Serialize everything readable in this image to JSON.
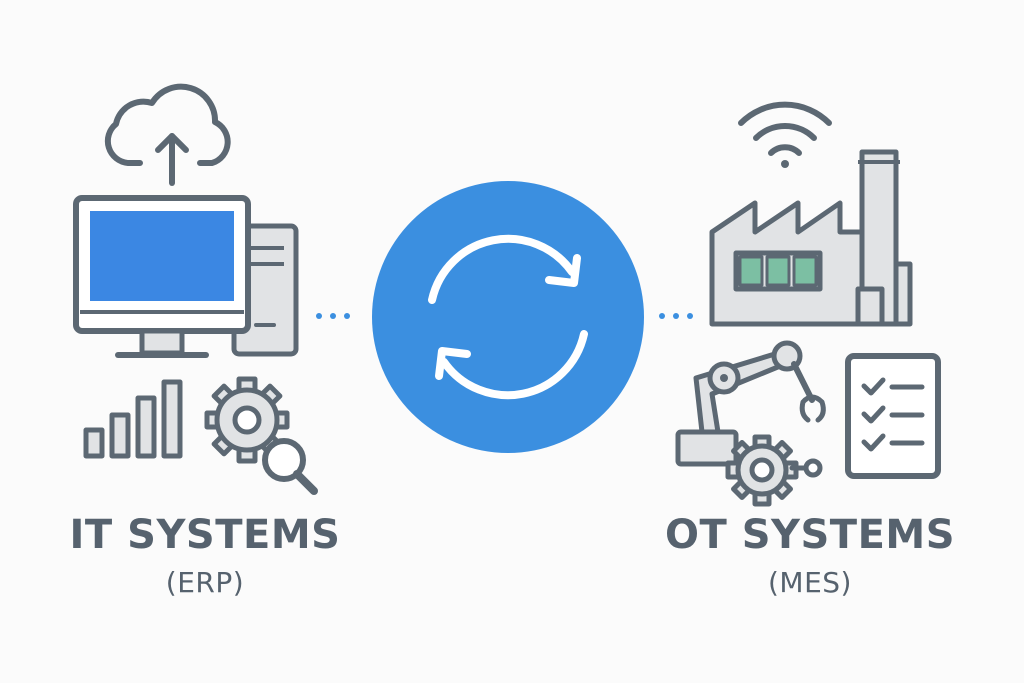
{
  "it_side": {
    "title": "IT SYSTEMS",
    "subtitle": "(ERP)"
  },
  "ot_side": {
    "title": "OT SYSTEMS",
    "subtitle": "(MES)"
  },
  "colors": {
    "accent_blue": "#3b8fe0",
    "screen_blue": "#3b87e3",
    "outline": "#5c6873",
    "fill_gray": "#e1e3e5",
    "window_green": "#7cbfa3",
    "dot_blue": "#3b8fe0",
    "background": "#fbfbfb"
  },
  "icons": [
    "cloud-upload-icon",
    "desktop-computer-icon",
    "bar-chart-icon",
    "gear-search-icon",
    "sync-icon",
    "wifi-icon",
    "factory-icon",
    "robot-arm-icon",
    "gear-icon",
    "checklist-icon"
  ]
}
